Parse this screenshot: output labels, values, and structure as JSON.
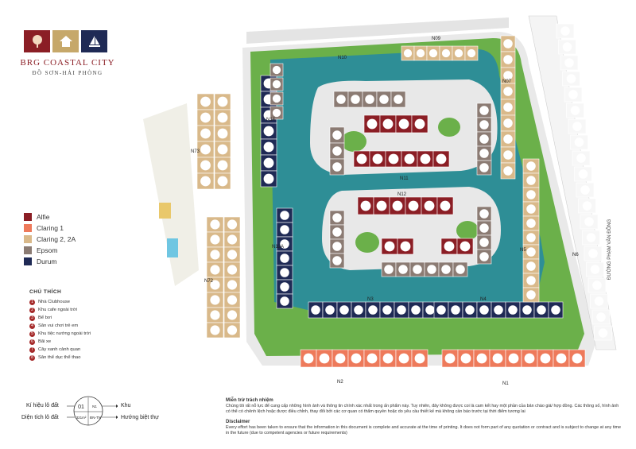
{
  "brand": {
    "name": "BRG COASTAL CITY",
    "subtitle": "ĐỒ SƠN-HẢI PHÒNG",
    "colors": {
      "red": "#8b1e25",
      "tan": "#c6a86a",
      "navy": "#1f2a55"
    }
  },
  "legend": [
    {
      "label": "Alfie",
      "color": "#8b1e25"
    },
    {
      "label": "Claring 1",
      "color": "#ee7a5b"
    },
    {
      "label": "Claring 2, 2A",
      "color": "#d9b98a"
    },
    {
      "label": "Epsom",
      "color": "#8b7b73"
    },
    {
      "label": "Durum",
      "color": "#1f2a55"
    }
  ],
  "notes": {
    "title": "CHÚ THÍCH",
    "items": [
      {
        "n": "1",
        "label": "Nhà Clubhouse"
      },
      {
        "n": "2",
        "label": "Khu cafe ngoài trời"
      },
      {
        "n": "3",
        "label": "Bể bơi"
      },
      {
        "n": "4",
        "label": "Sân vui chơi trẻ em"
      },
      {
        "n": "5",
        "label": "Khu tiệc nướng ngoài trời"
      },
      {
        "n": "6",
        "label": "Bãi xe"
      },
      {
        "n": "7",
        "label": "Cây xanh cảnh quan"
      },
      {
        "n": "8",
        "label": "Sân thể dục thể thao"
      }
    ]
  },
  "key": {
    "plot_code_label": "Kí hiệu lô đất",
    "plot_area_label": "Diện tích lô đất",
    "zone_label": "Khu",
    "direction_label": "Hướng biệt thự",
    "sample_code": "01",
    "sample_zone": "N1",
    "sample_area": "321m²",
    "sample_direction": "ĐN-TN"
  },
  "zones": [
    "N1",
    "N2",
    "N3",
    "N4",
    "N5",
    "N6",
    "N07",
    "N09",
    "N10",
    "N11",
    "N12",
    "N12A",
    "N14",
    "N72",
    "N73"
  ],
  "street": "ĐƯỜNG PHẠM VĂN ĐỒNG",
  "disclaimer": {
    "vn_title": "Miễn trừ trách nhiệm",
    "vn_text": "Chúng tôi rất nỗ lực để cung cấp những hình ảnh và thông tin chính xác nhất trong ấn phẩm này. Tuy nhiên, đây không được coi là cam kết hay một phần của bản chào giá/ hợp đồng. Các thông số, hình ảnh có thể có chênh lệch hoặc được điều chỉnh, thay đổi bởi các cơ quan có thẩm quyền hoặc do yêu cầu thiết kế mà không cần báo trước tại thời điểm tương lai",
    "en_title": "Disclaimer",
    "en_text": "Every effort has been taken to ensure that the information in this document is complete and accurate at the time of printing. It does not form part of any quotation or contract and is subject to change at any time in the future (due to competent agencies or future requirements)"
  }
}
